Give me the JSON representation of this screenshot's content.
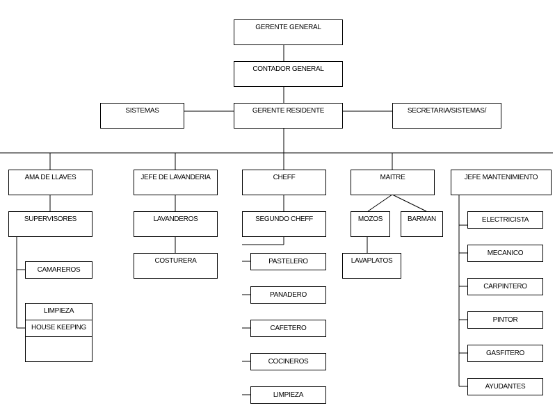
{
  "top": {
    "gerente_general": "GERENTE GENERAL",
    "contador_general": "CONTADOR GENERAL",
    "sistemas": "SISTEMAS",
    "gerente_residente": "GERENTE RESIDENTE",
    "secretaria": "SECRETARIA/SISTEMAS/"
  },
  "departments": {
    "ama_de_llaves": {
      "label": "AMA DE LLAVES",
      "supervisores": "SUPERVISORES",
      "camareros": "CAMAREROS",
      "limpieza": "LIMPIEZA",
      "house_keeping": "HOUSE KEEPING"
    },
    "lavanderia": {
      "label": "JEFE DE LAVANDERIA",
      "lavanderos": "LAVANDEROS",
      "costurera": "COSTURERA"
    },
    "cheff": {
      "label": "CHEFF",
      "segundo_cheff": "SEGUNDO CHEFF",
      "items": [
        "PASTELERO",
        "PANADERO",
        "CAFETERO",
        "COCINEROS",
        "LIMPIEZA"
      ]
    },
    "maitre": {
      "label": "MAITRE",
      "mozos": "MOZOS",
      "barman": "BARMAN",
      "lavaplatos": "LAVAPLATOS"
    },
    "mantenimiento": {
      "label": "JEFE MANTENIMIENTO",
      "items": [
        "ELECTRICISTA",
        "MECANICO",
        "CARPINTERO",
        "PINTOR",
        "GASFITERO",
        "AYUDANTES"
      ]
    }
  }
}
